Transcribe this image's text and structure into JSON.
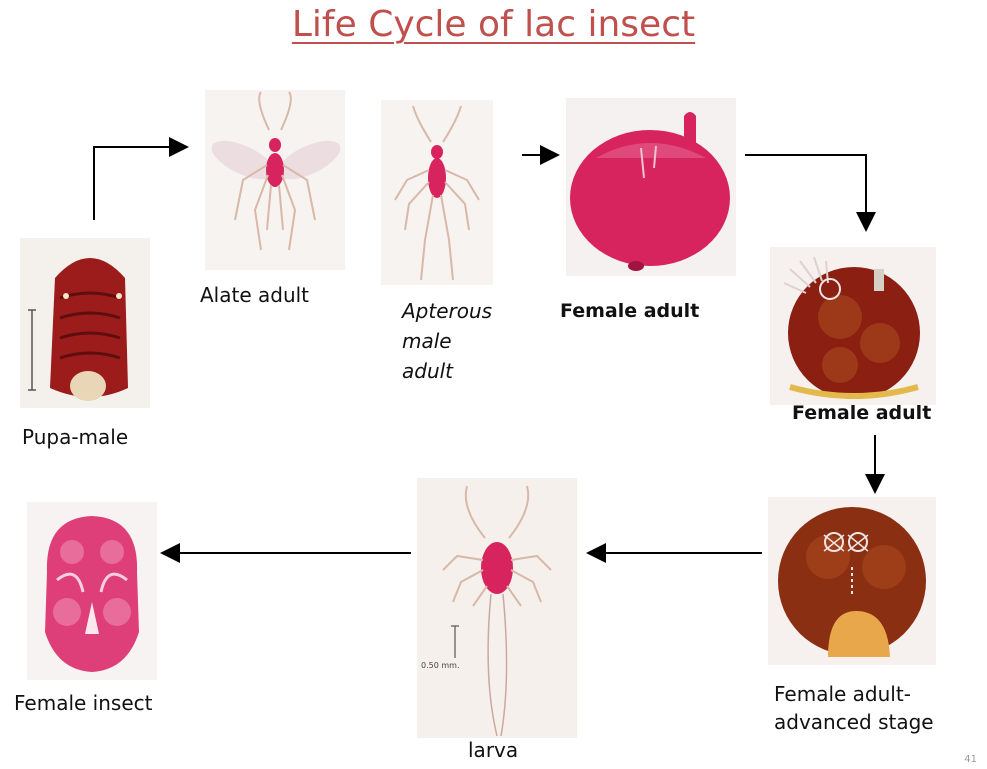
{
  "title": "Life Cycle of lac insect",
  "stages": {
    "pupa_male": "Pupa-male",
    "alate_adult": "Alate adult",
    "apterous_male": "Apterous\nmale\nadult",
    "female_adult_1": "Female adult",
    "female_adult_2": "Female adult",
    "female_adult_advanced": "Female adult-\nadvanced stage",
    "larva": "larva",
    "female_insect": "Female  insect"
  },
  "scale_label": "0.50 mm.",
  "slide_number": "41",
  "colors": {
    "title": "#c0504d",
    "crimson": "#d8245e",
    "dark_red": "#8a1f12",
    "orange_brown": "#a5441b"
  }
}
